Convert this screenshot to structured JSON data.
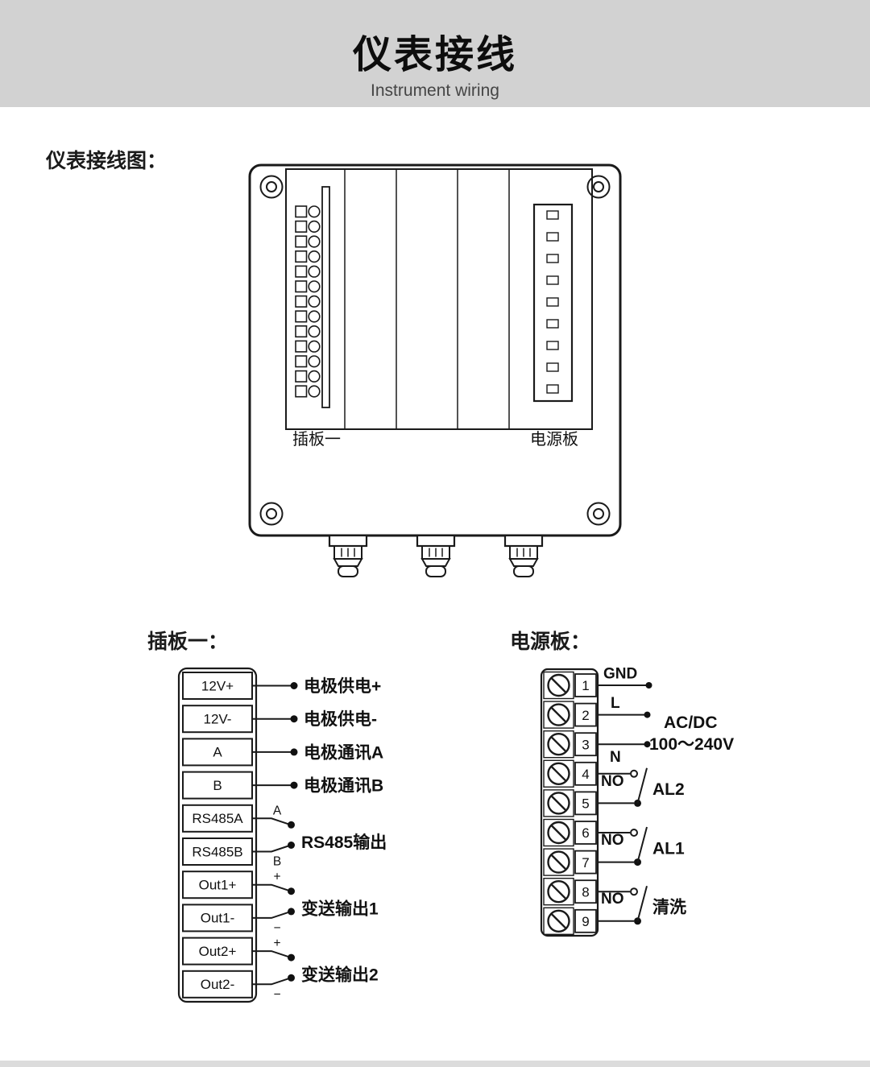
{
  "header": {
    "title": "仪表接线",
    "subtitle": "Instrument wiring"
  },
  "sections": {
    "diagram_label": "仪表接线图：",
    "board1_title": "插板一：",
    "power_title": "电源板："
  },
  "enclosure": {
    "slot1_label": "插板一",
    "power_label": "电源板"
  },
  "board1": {
    "terminals": [
      "12V+",
      "12V-",
      "A",
      "B",
      "RS485A",
      "RS485B",
      "Out1+",
      "Out1-",
      "Out2+",
      "Out2-"
    ],
    "wire_labels": [
      "电极供电+",
      "电极供电-",
      "电极通讯A",
      "电极通讯B"
    ],
    "pairs": [
      {
        "top": "A",
        "bottom": "B",
        "label": "RS485输出"
      },
      {
        "top": "+",
        "bottom": "−",
        "label": "变送输出1"
      },
      {
        "top": "+",
        "bottom": "−",
        "label": "变送输出2"
      }
    ]
  },
  "power": {
    "terminals": [
      "1",
      "2",
      "3",
      "4",
      "5",
      "6",
      "7",
      "8",
      "9"
    ],
    "gnd": "GND",
    "line": "L",
    "neutral": "N",
    "acdc_line1": "AC/DC",
    "acdc_line2": "100～240V",
    "relays": [
      {
        "no": "NO",
        "label": "AL2"
      },
      {
        "no": "NO",
        "label": "AL1"
      },
      {
        "no": "NO",
        "label": "清洗"
      }
    ]
  }
}
